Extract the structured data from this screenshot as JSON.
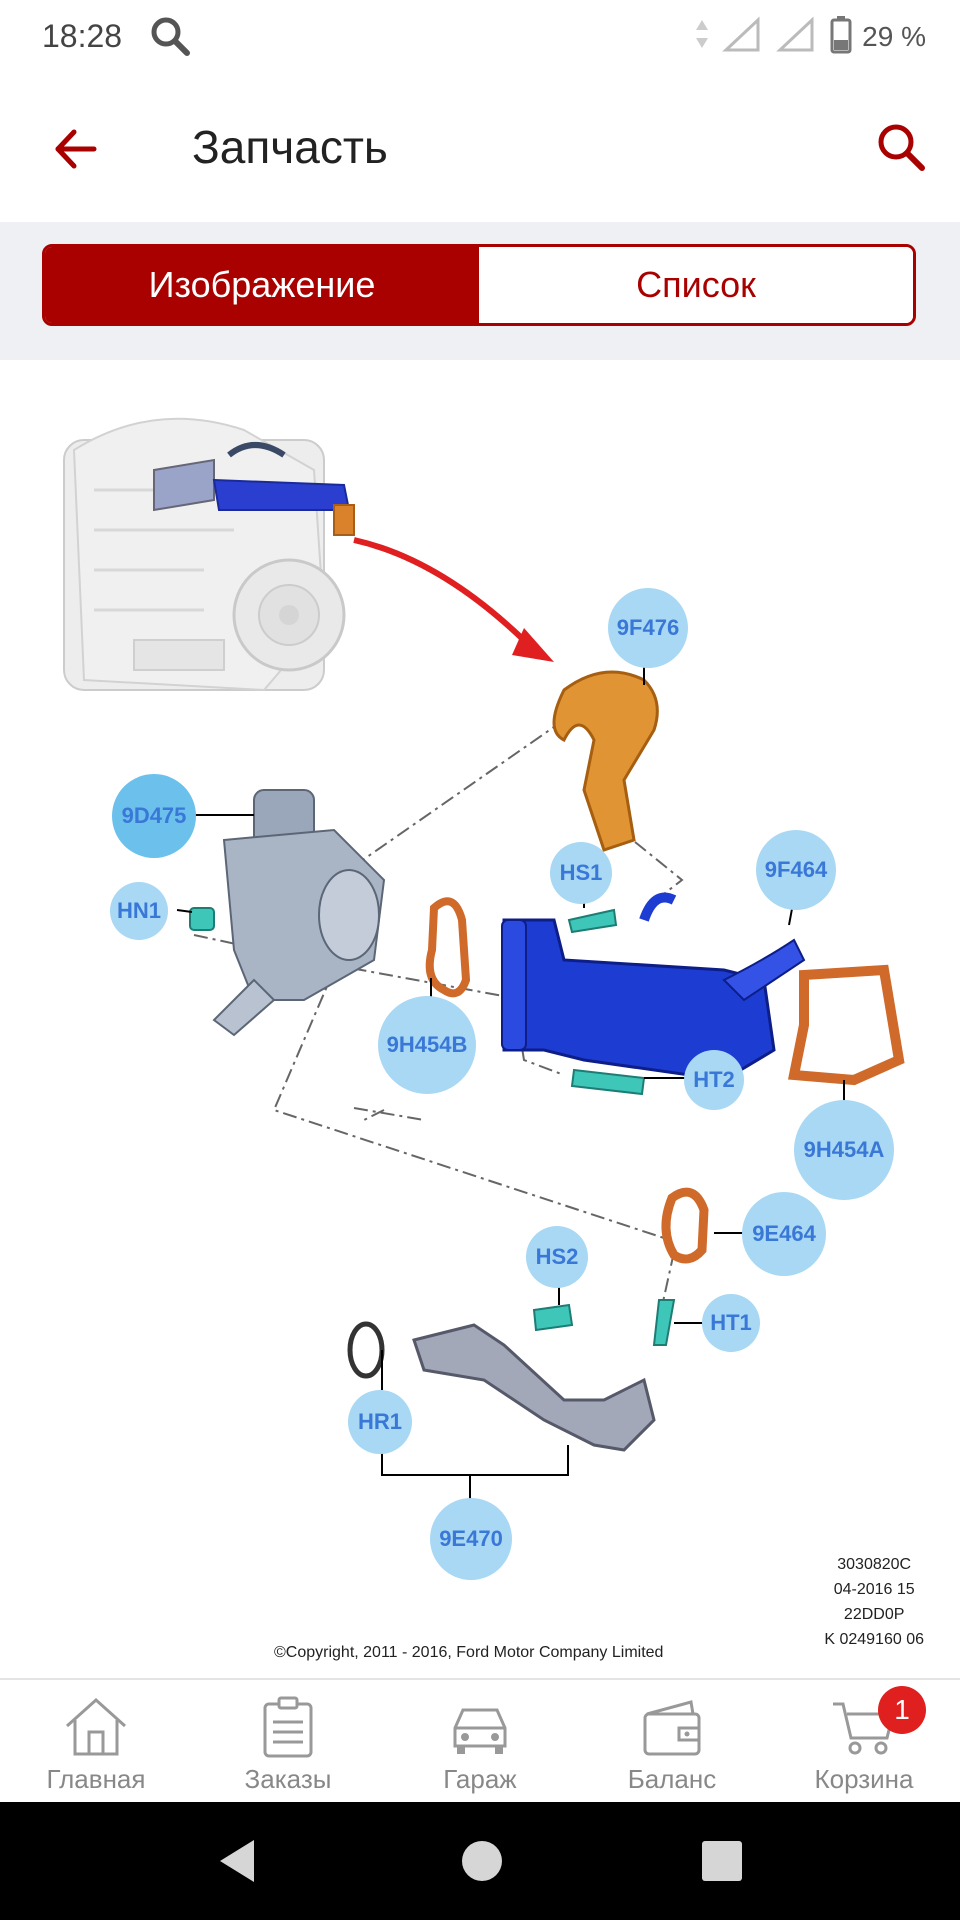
{
  "status_bar": {
    "time": "18:28",
    "battery": "29 %"
  },
  "app_bar": {
    "title": "Запчасть"
  },
  "tabs": [
    {
      "label": "Изображение",
      "active": true
    },
    {
      "label": "Список",
      "active": false
    }
  ],
  "diagram": {
    "callouts": [
      "9F476",
      "9D475",
      "HN1",
      "HS1",
      "9F464",
      "9H454B",
      "HT2",
      "9H454A",
      "9E464",
      "HS2",
      "HT1",
      "HR1",
      "9E470"
    ],
    "info_lines": [
      "3030820C",
      "04-2016 15",
      "22DD0P",
      "K 0249160 06"
    ],
    "copyright": "©Copyright, 2011 - 2016, Ford Motor Company Limited"
  },
  "bottom_nav": [
    {
      "label": "Главная",
      "icon": "home-icon"
    },
    {
      "label": "Заказы",
      "icon": "orders-icon"
    },
    {
      "label": "Гараж",
      "icon": "car-icon"
    },
    {
      "label": "Баланс",
      "icon": "wallet-icon"
    },
    {
      "label": "Корзина",
      "icon": "cart-icon"
    }
  ],
  "cart_badge": "1",
  "colors": {
    "accent": "#a90000",
    "callout_fill": "#a8d8f3",
    "callout_text": "#3a78d8",
    "badge": "#e0201f"
  }
}
